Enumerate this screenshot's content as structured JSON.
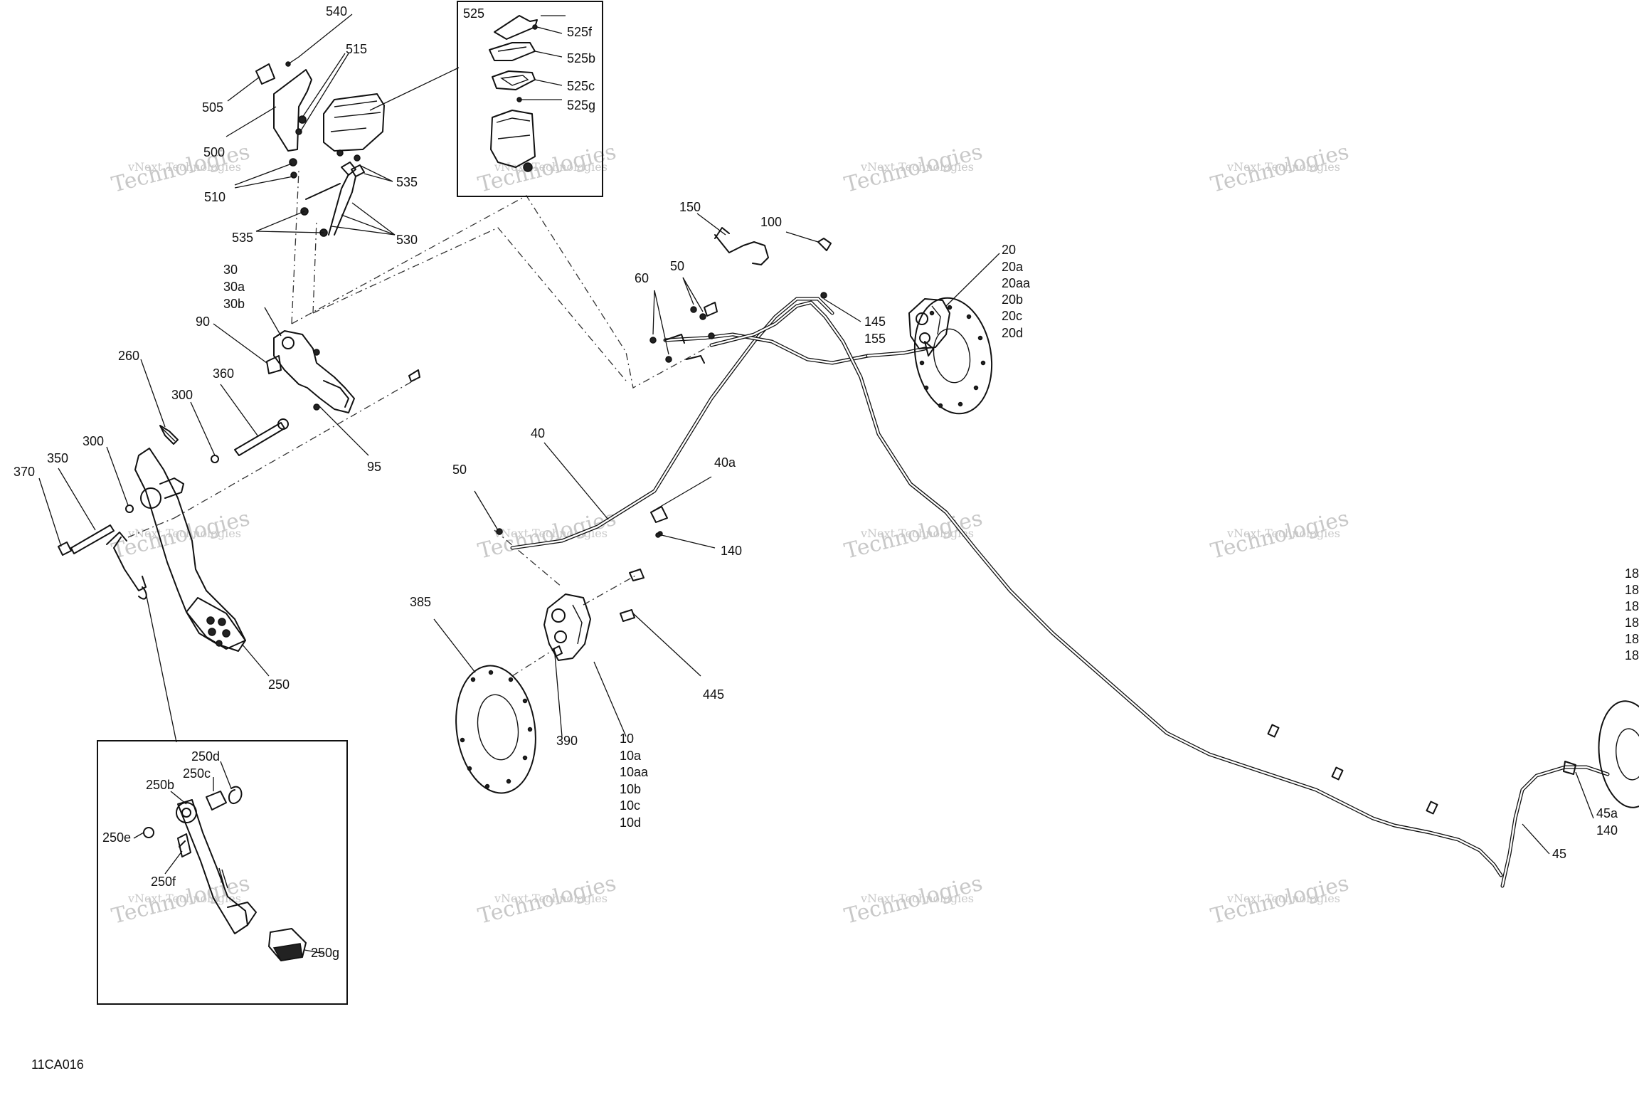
{
  "diagram_code": "11CA016",
  "watermark": {
    "line1": "vNext Technologies",
    "line2": "Technologies"
  },
  "labels": {
    "l540": "540",
    "l515": "515",
    "l505": "505",
    "l500": "500",
    "l510": "510",
    "l535a": "535",
    "l535b": "535",
    "l530": "530",
    "l525": "525",
    "l525f": "525f",
    "l525b": "525b",
    "l525c": "525c",
    "l525g": "525g",
    "l30": "30",
    "l30a": "30a",
    "l30b": "30b",
    "l90": "90",
    "l260": "260",
    "l360": "360",
    "l300a": "300",
    "l300b": "300",
    "l350": "350",
    "l370": "370",
    "l95": "95",
    "l250": "250",
    "l250d": "250d",
    "l250c": "250c",
    "l250b": "250b",
    "l250e": "250e",
    "l250f": "250f",
    "l250g": "250g",
    "l150": "150",
    "l100": "100",
    "l60": "60",
    "l50a": "50",
    "l50b": "50",
    "l145": "145",
    "l155": "155",
    "l20": "20",
    "l20a": "20a",
    "l20aa": "20aa",
    "l20b": "20b",
    "l20c": "20c",
    "l20d": "20d",
    "l40": "40",
    "l40a": "40a",
    "l140a": "140",
    "l385": "385",
    "l390": "390",
    "l445": "445",
    "l10": "10",
    "l10a": "10a",
    "l10aa": "10aa",
    "l10b": "10b",
    "l10c": "10c",
    "l10d": "10d",
    "l45": "45",
    "l45a": "45a",
    "l140b": "140",
    "l18a": "18",
    "l18b": "18",
    "l18c": "18",
    "l18d": "18",
    "l18e": "18",
    "l18f": "18"
  }
}
